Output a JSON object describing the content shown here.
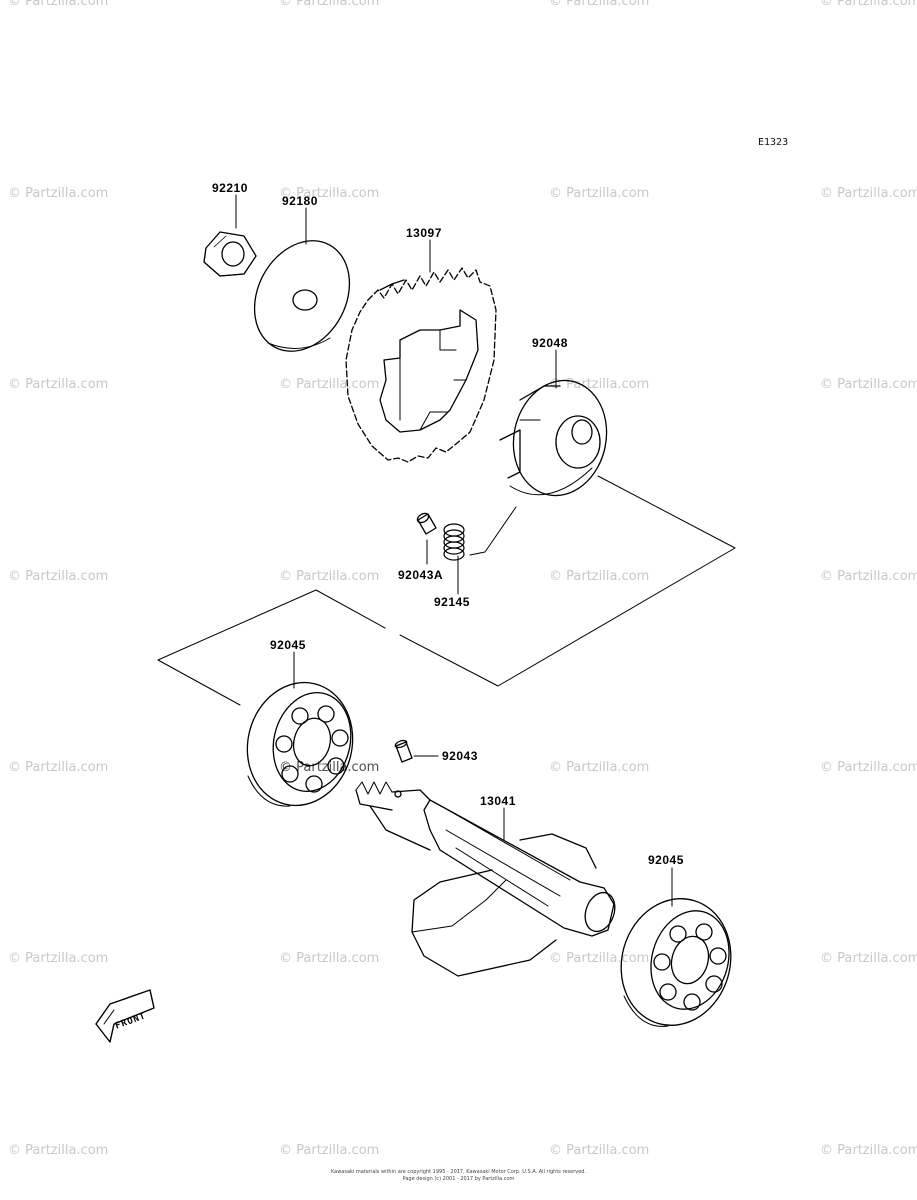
{
  "diagram_code": "E1323",
  "watermark": "© Partzilla.com",
  "parts": {
    "nut": "92210",
    "washer": "92180",
    "gear": "13097",
    "hub": "92048",
    "pin_a": "92043A",
    "spring": "92145",
    "bearing_left": "92045",
    "pin": "92043",
    "shaft": "13041",
    "bearing_right": "92045"
  },
  "front_marker": "FRONT",
  "footer": {
    "line1": "Kawasaki materials within are copyright 1995 - 2017, Kawasaki Motor Corp. U.S.A. All rights reserved.",
    "line2": "Page design (c) 2001 - 2017 by Partzilla.com"
  }
}
